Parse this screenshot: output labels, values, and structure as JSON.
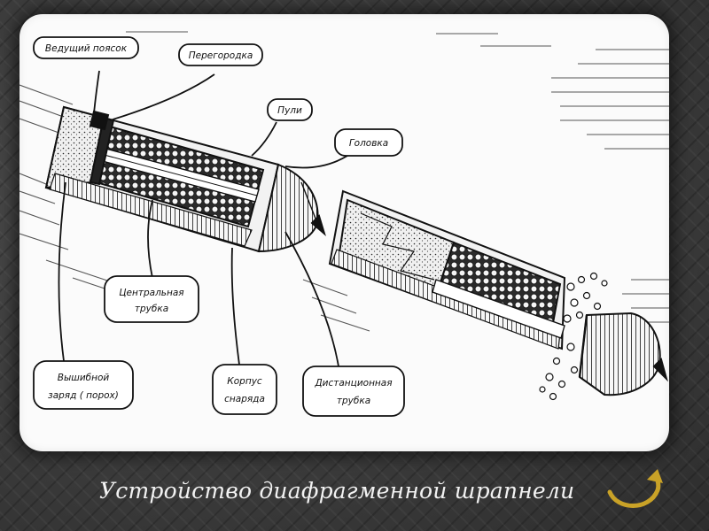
{
  "diagram": {
    "labels": {
      "leading_band": "Ведущий поясок",
      "partition": "Перегородка",
      "bullets": "Пули",
      "head": "Головка",
      "central_tube_1": "Центральная",
      "central_tube_2": "трубка",
      "ejector_charge_1": "Вышибной",
      "ejector_charge_2": "заряд ( порох)",
      "body_1": "Корпус",
      "body_2": "снаряда",
      "fuze_tube_1": "Дистанционная",
      "fuze_tube_2": "трубка"
    }
  },
  "caption": "Устройство диафрагменной шрапнели",
  "nav": {
    "icon": "curved-return-arrow-icon",
    "color": "#c9a227"
  }
}
